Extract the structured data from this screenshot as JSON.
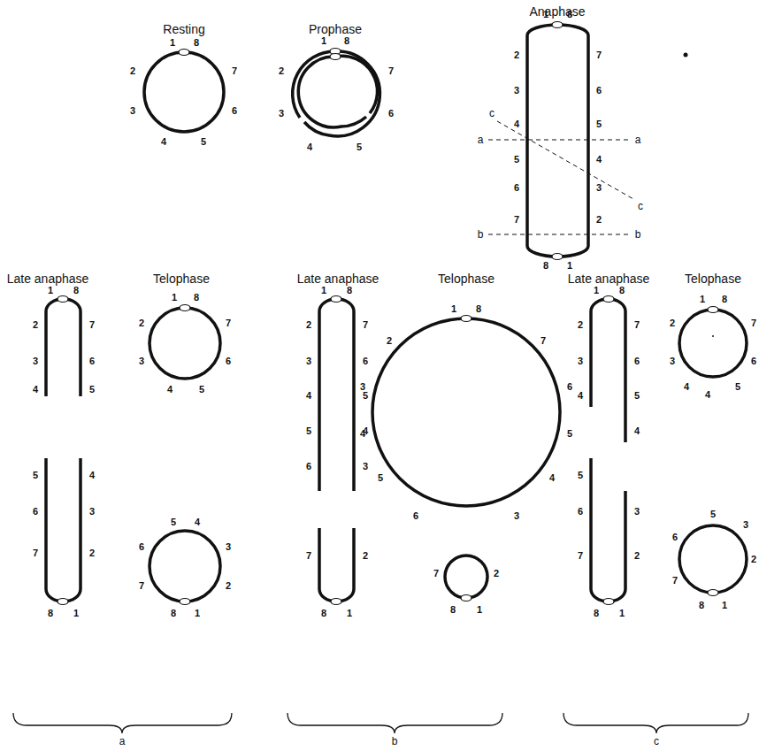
{
  "diagram": {
    "labels": [
      "Resting",
      "Prophase",
      "Anaphase",
      "1",
      "8",
      "2",
      "7",
      "3",
      "6",
      "4",
      "5",
      "1",
      "8",
      "2",
      "7",
      "3",
      "6",
      "4",
      "5",
      "1",
      "2",
      "3",
      "4",
      "5",
      "6",
      "7",
      "8",
      "8",
      "7",
      "6",
      "5",
      "4",
      "3",
      "2",
      "1",
      "a",
      "a",
      "b",
      "b",
      "c",
      "c",
      "Late anaphase",
      "Telophase",
      "Late anaphase",
      "Telophase",
      "Late anaphase",
      "Telophase",
      "1",
      "8",
      "2",
      "3",
      "4",
      "7",
      "6",
      "5",
      "5",
      "6",
      "7",
      "8",
      "4",
      "3",
      "2",
      "1",
      "1",
      "8",
      "2",
      "7",
      "3",
      "6",
      "4",
      "5",
      "5",
      "4",
      "6",
      "3",
      "7",
      "2",
      "8",
      "1",
      "1",
      "8",
      "2",
      "3",
      "4",
      "5",
      "6",
      "7",
      "6",
      "5",
      "4",
      "3",
      "7",
      "8",
      "2",
      "1",
      "1",
      "8",
      "2",
      "7",
      "3",
      "6",
      "4",
      "5",
      "5",
      "4",
      "6",
      "3",
      "7",
      "2",
      "8",
      "1",
      "1",
      "8",
      "2",
      "3",
      "4",
      "7",
      "6",
      "5",
      "4",
      "5",
      "6",
      "7",
      "8",
      "3",
      "2",
      "1",
      "1",
      "8",
      "2",
      "7",
      "3",
      "6",
      "4",
      "4",
      "5",
      "5",
      "3",
      "6",
      "2",
      "7",
      "8",
      "1",
      "a",
      "b",
      "c"
    ]
  }
}
